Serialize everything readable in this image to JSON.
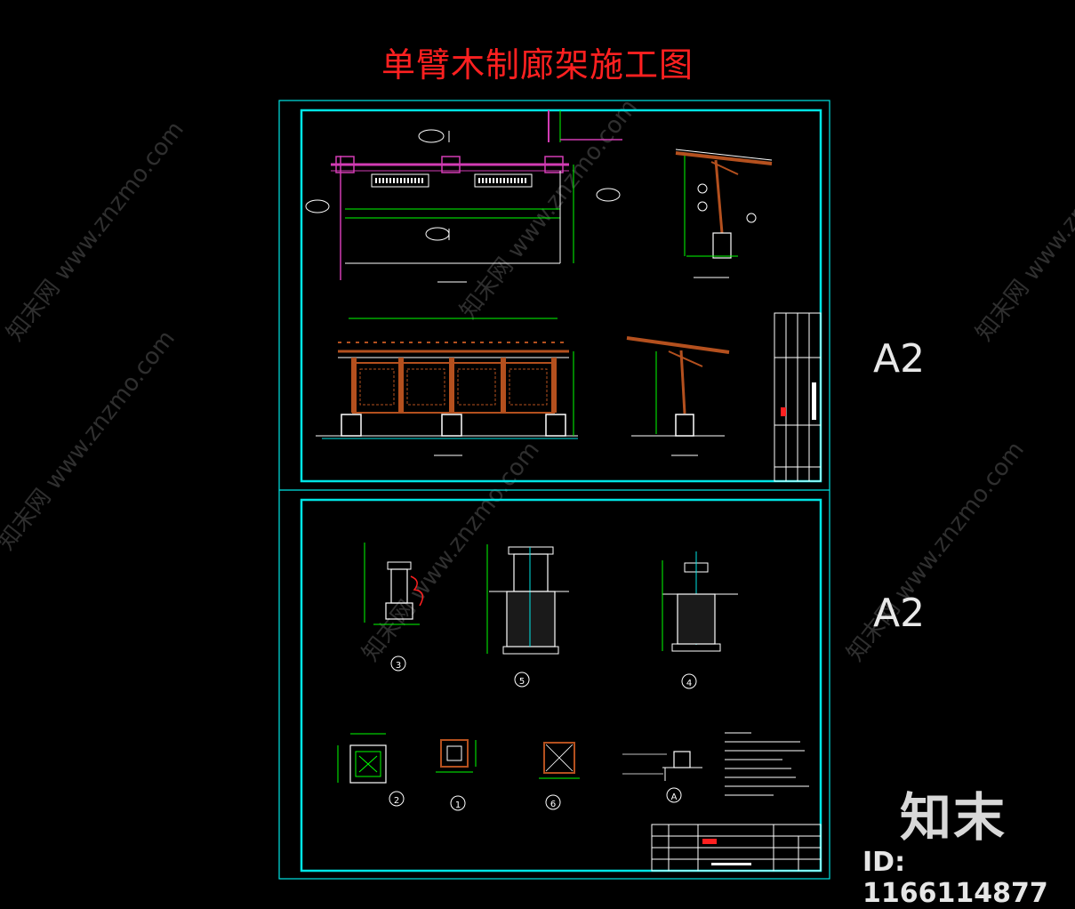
{
  "drawing": {
    "title": "单臂木制廊架施工图",
    "sheet_top_size": "A2",
    "sheet_bottom_size": "A2",
    "detail_numbers": [
      "3",
      "5",
      "4",
      "2",
      "1",
      "6",
      "A"
    ],
    "watermark": "知末网 www.znzmo.com",
    "brand_logo": "知末",
    "asset_id": "ID: 1166114877"
  },
  "colors": {
    "background": "#000000",
    "title": "#ff2020",
    "frame": "#00e5e5",
    "line": "#00ff00",
    "member": "#d23cb4",
    "timber": "#b4501e",
    "white": "#ffffff"
  }
}
